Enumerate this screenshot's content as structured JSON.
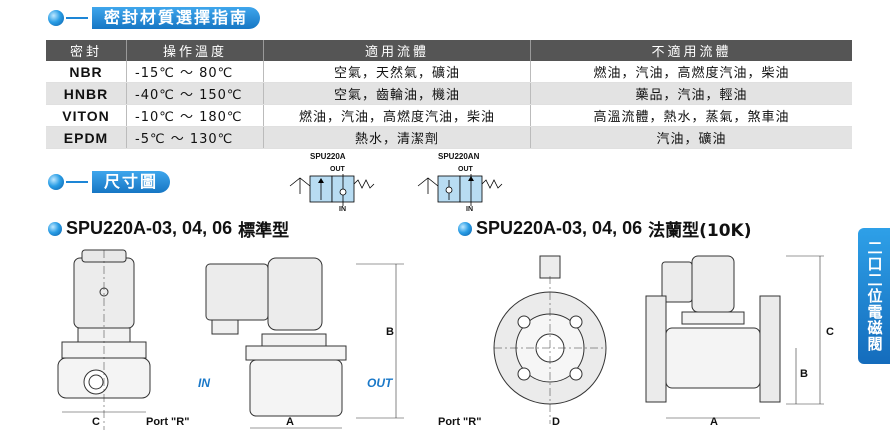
{
  "sections": {
    "seal_guide_title": "密封材質選擇指南",
    "dimension_title": "尺寸圖"
  },
  "seal_table": {
    "headers": [
      "密封",
      "操作溫度",
      "適用流體",
      "不適用流體"
    ],
    "rows": [
      {
        "seal": "NBR",
        "temp": "-15℃ ～ 80℃",
        "suitable": "空氣，天然氣，礦油",
        "unsuitable": "燃油，汽油，高燃度汽油，柴油"
      },
      {
        "seal": "HNBR",
        "temp": "-40℃ ～ 150℃",
        "suitable": "空氣，齒輪油，機油",
        "unsuitable": "藥品，汽油，輕油"
      },
      {
        "seal": "VITON",
        "temp": "-10℃ ～ 180℃",
        "suitable": "燃油，汽油，高燃度汽油，柴油",
        "unsuitable": "高溫流體，熱水，蒸氣，煞車油"
      },
      {
        "seal": "EPDM",
        "temp": "-5℃ ～ 130℃",
        "suitable": "熱水，清潔劑",
        "unsuitable": "汽油，礦油"
      }
    ]
  },
  "symbols": {
    "a": {
      "name": "SPU220A",
      "out": "OUT",
      "in": "IN"
    },
    "an": {
      "name": "SPU220AN",
      "out": "OUT",
      "in": "IN"
    }
  },
  "models": {
    "standard": {
      "code": "SPU220A-03, 04, 06",
      "type": "標準型"
    },
    "flange": {
      "code": "SPU220A-03, 04, 06",
      "type": "法蘭型(10K)"
    }
  },
  "side_tab": "二口二位電磁閥",
  "drawing_labels": {
    "in": "IN",
    "out": "OUT",
    "port_r": "Port \"R\"",
    "a": "A",
    "b": "B",
    "c": "C",
    "d": "D"
  },
  "colors": {
    "accent": "#1a78c8",
    "header_bg": "#555555",
    "alt_row": "#e3e3e3"
  }
}
